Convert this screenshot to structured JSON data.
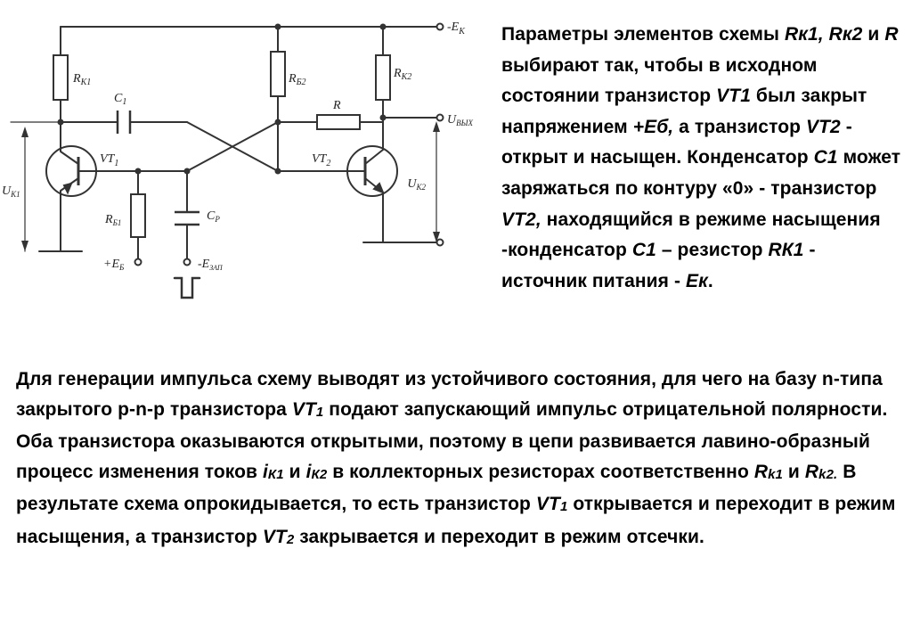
{
  "schematic": {
    "labels": {
      "ek": "-E",
      "ek_sub": "К",
      "rk1": "R",
      "rk1_sub": "К1",
      "c1": "C",
      "c1_sub": "1",
      "rb2": "R",
      "rb2_sub": "Б2",
      "rk2": "R",
      "rk2_sub": "К2",
      "r": "R",
      "uvyx": "U",
      "uvyx_sub": "ВЫХ",
      "vt1": "VT",
      "vt1_sub": "1",
      "vt2": "VT",
      "vt2_sub": "2",
      "uk1": "U",
      "uk1_sub": "К1",
      "uk2": "U",
      "uk2_sub": "К2",
      "rb1": "R",
      "rb1_sub": "Б1",
      "cp": "C",
      "cp_sub": "P",
      "eb": "+E",
      "eb_sub": "Б",
      "ezap": "-E",
      "ezap_sub": "ЗАП"
    }
  },
  "text": {
    "right": {
      "p1": "Параметры элементов схемы ",
      "i1": "Rк1,",
      "i2": "Rк2",
      "p2": " и ",
      "i3": "R",
      "p3": " выбирают так, чтобы в исходном состоянии транзистор ",
      "i4": "VT1",
      "p4": " был закрыт напряжением ",
      "i5": "+Еб,",
      "p5": " а транзистор ",
      "i6": "VT2",
      "p6": "  - открыт и насыщен. Конденсатор ",
      "i7": "С1",
      "p7": " может заряжаться по контуру «0» - транзистор ",
      "i8": "VT2,",
      "p8": " находящийся в режиме насыщения -конденсатор ",
      "i9": "С1",
      "p9": " – резистор ",
      "i10": "RК1",
      "p10": " - источник питания - ",
      "i11": "Ек",
      "p11": "."
    },
    "bottom": {
      "p1": "Для генерации импульса схему выводят из устойчивого состояния, для чего на базу n-типа закрытого p-n-p транзистора ",
      "i1": "VT",
      "s1": "1",
      "p2": " подают запускающий импульс отрицательной полярности. Оба транзистора оказываются открытыми, поэтому в цепи развивается лавино-образный процесс изменения токов ",
      "i2": "i",
      "s2": "К1",
      "p3": " и ",
      "i3": "i",
      "s3": "К2",
      "p4": " в коллекторных резисторах соответственно ",
      "i4": "R",
      "s4": "k1",
      "p5": " и ",
      "i5": "R",
      "s5": "k2.",
      "p6": " В результате схема опрокидывается, то есть транзистор ",
      "i6": "VT",
      "s6": "1",
      "p7": " открывается и переходит в режим насыщения, а транзистор ",
      "i7": "VT",
      "s7": "2",
      "p8": " закрывается и переходит в режим отсечки."
    }
  }
}
